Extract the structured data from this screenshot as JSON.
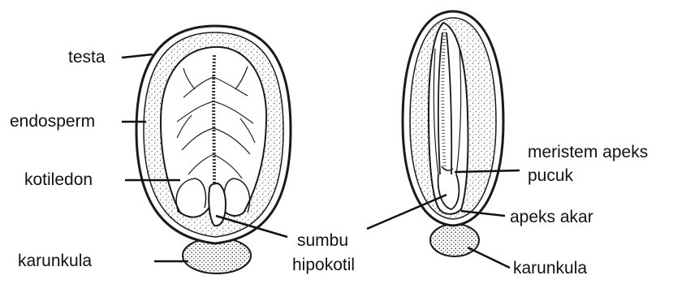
{
  "labels": {
    "testa": "testa",
    "endosperm": "endosperm",
    "kotiledon": "kotiledon",
    "karunkula_left": "karunkula",
    "sumbu_line1": "sumbu",
    "sumbu_line2": "hipokotil",
    "meristem_line1": "meristem apeks",
    "meristem_line2": "pucuk",
    "apeks_akar": "apeks akar",
    "karunkula_right": "karunkula"
  },
  "colors": {
    "outline": "#1a1a1a",
    "stipple": "#555555",
    "background": "#ffffff"
  }
}
